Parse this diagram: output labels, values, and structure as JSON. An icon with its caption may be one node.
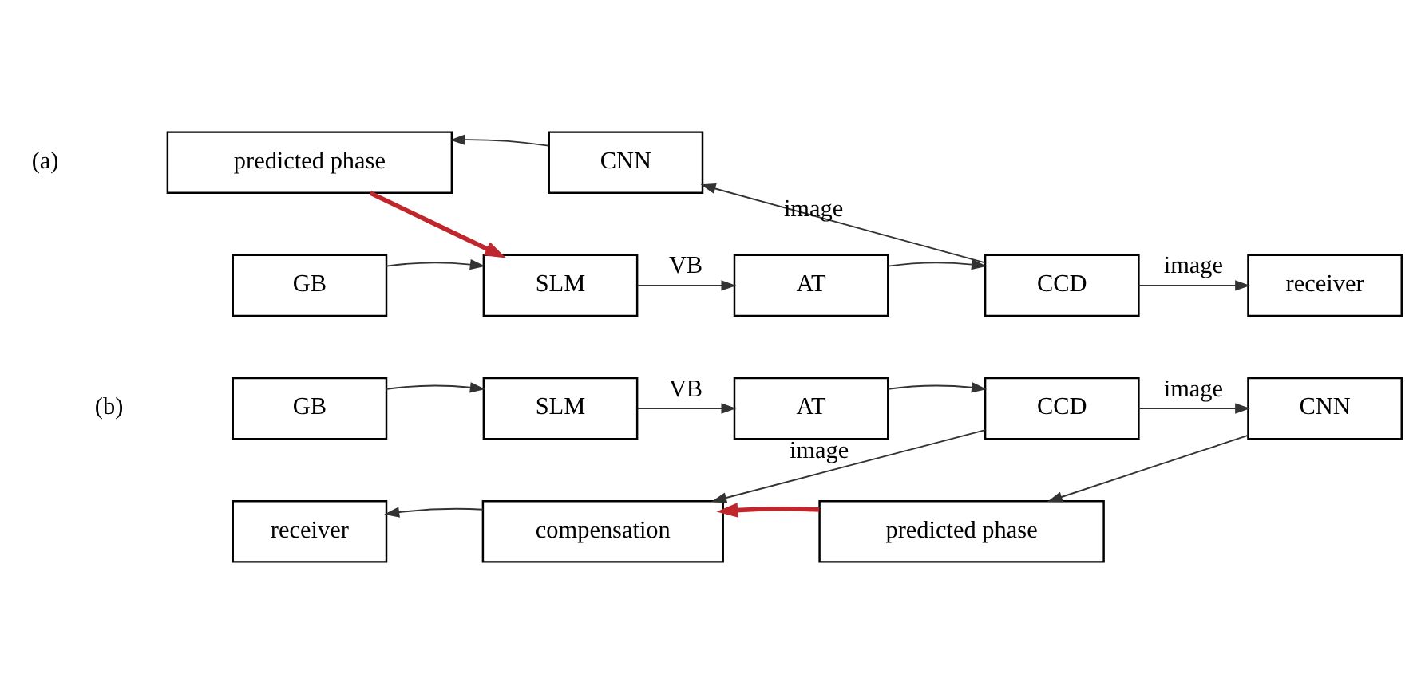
{
  "diagram": {
    "nodes": [
      {
        "text": [
          "predicted phase"
        ]
      },
      {
        "text": [
          "CNN"
        ]
      },
      {
        "text": [
          "GB"
        ]
      },
      {
        "text": [
          "SLM"
        ]
      },
      {
        "text": [
          "AT"
        ]
      },
      {
        "text": [
          "CCD"
        ]
      },
      {
        "text": [
          "receiver"
        ]
      },
      {
        "text": [
          "GB"
        ]
      },
      {
        "text": [
          "SLM"
        ]
      },
      {
        "text": [
          "AT"
        ]
      },
      {
        "text": [
          "CCD"
        ]
      },
      {
        "text": [
          "CNN"
        ]
      },
      {
        "text": [
          "receiver"
        ]
      },
      {
        "text": [
          "compensation"
        ]
      },
      {
        "text": [
          "predicted phase"
        ]
      }
    ],
    "edges": [
      {
        "from": 1,
        "to": 0,
        "arrow": "to"
      },
      {
        "from": 0,
        "to": 3,
        "arrow": "to",
        "style": "thick",
        "color": "#c0272d"
      },
      {
        "from": 2,
        "to": 3,
        "arrow": "to"
      },
      {
        "from": 3,
        "to": 4,
        "arrow": "to",
        "label": "VB"
      },
      {
        "from": 4,
        "to": 5,
        "arrow": "to"
      },
      {
        "from": 5,
        "to": 1,
        "arrow": "to",
        "label": "image"
      },
      {
        "from": 5,
        "to": 6,
        "arrow": "to",
        "label": "image"
      },
      {
        "from": 7,
        "to": 8,
        "arrow": "to"
      },
      {
        "from": 8,
        "to": 9,
        "arrow": "to",
        "label": "VB"
      },
      {
        "from": 9,
        "to": 10,
        "arrow": "to"
      },
      {
        "from": 10,
        "to": 11,
        "arrow": "to",
        "label": "image"
      },
      {
        "from": 10,
        "to": 13,
        "arrow": "to",
        "label": "image"
      },
      {
        "from": 11,
        "to": 14,
        "arrow": "to"
      },
      {
        "from": 14,
        "to": 13,
        "arrow": "to",
        "style": "thick",
        "color": "#c0272d"
      },
      {
        "from": 13,
        "to": 12,
        "arrow": "to"
      }
    ],
    "labels": [
      "(a)",
      "(b)"
    ]
  }
}
